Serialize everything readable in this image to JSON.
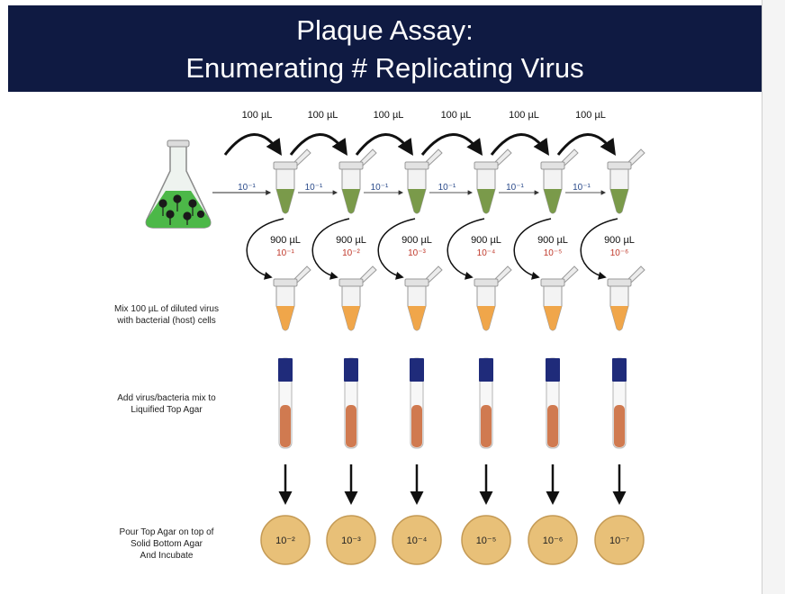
{
  "title": {
    "line1": "Plaque Assay:",
    "line2": "Enumerating # Replicating Virus"
  },
  "transfer": {
    "volume_labels": [
      "100 µL",
      "100 µL",
      "100 µL",
      "100 µL",
      "100 µL",
      "100 µL"
    ],
    "dilution_labels": [
      "10⁻¹",
      "10⁻¹",
      "10⁻¹",
      "10⁻¹",
      "10⁻¹",
      "10⁻¹"
    ]
  },
  "mix": {
    "volume_labels": [
      "900 µL",
      "900 µL",
      "900 µL",
      "900 µL",
      "900 µL",
      "900 µL"
    ],
    "dilution_labels": [
      "10⁻¹",
      "10⁻²",
      "10⁻³",
      "10⁻⁴",
      "10⁻⁵",
      "10⁻⁶"
    ]
  },
  "plates": {
    "labels": [
      "10⁻²",
      "10⁻³",
      "10⁻⁴",
      "10⁻⁵",
      "10⁻⁶",
      "10⁻⁷"
    ]
  },
  "steps": {
    "mix_line1": "Mix 100 µL of diluted virus",
    "mix_line2": "with bacterial (host) cells",
    "add_line1": "Add virus/bacteria mix to",
    "add_line2": "Liquified Top Agar",
    "pour_line1": "Pour Top Agar on top of",
    "pour_line2": "Solid Bottom Agar",
    "pour_line3": "And Incubate"
  },
  "colors": {
    "banner": "#0f1a42",
    "transfer_dilution": "#2a4a8a",
    "mix_dilution": "#c0392b",
    "green_liquid": "#7a9a4a",
    "orange_liquid": "#f0a64a",
    "tube_liquid": "#d07a50",
    "tube_cap": "#1f2b7a",
    "plate_fill": "#e8c078",
    "flask_liquid": "#4cb848"
  },
  "icons": {
    "flask": "erlenmeyer-flask-icon",
    "microtube": "microcentrifuge-tube-icon",
    "culture_tube": "culture-tube-icon",
    "plate": "petri-dish-icon"
  }
}
